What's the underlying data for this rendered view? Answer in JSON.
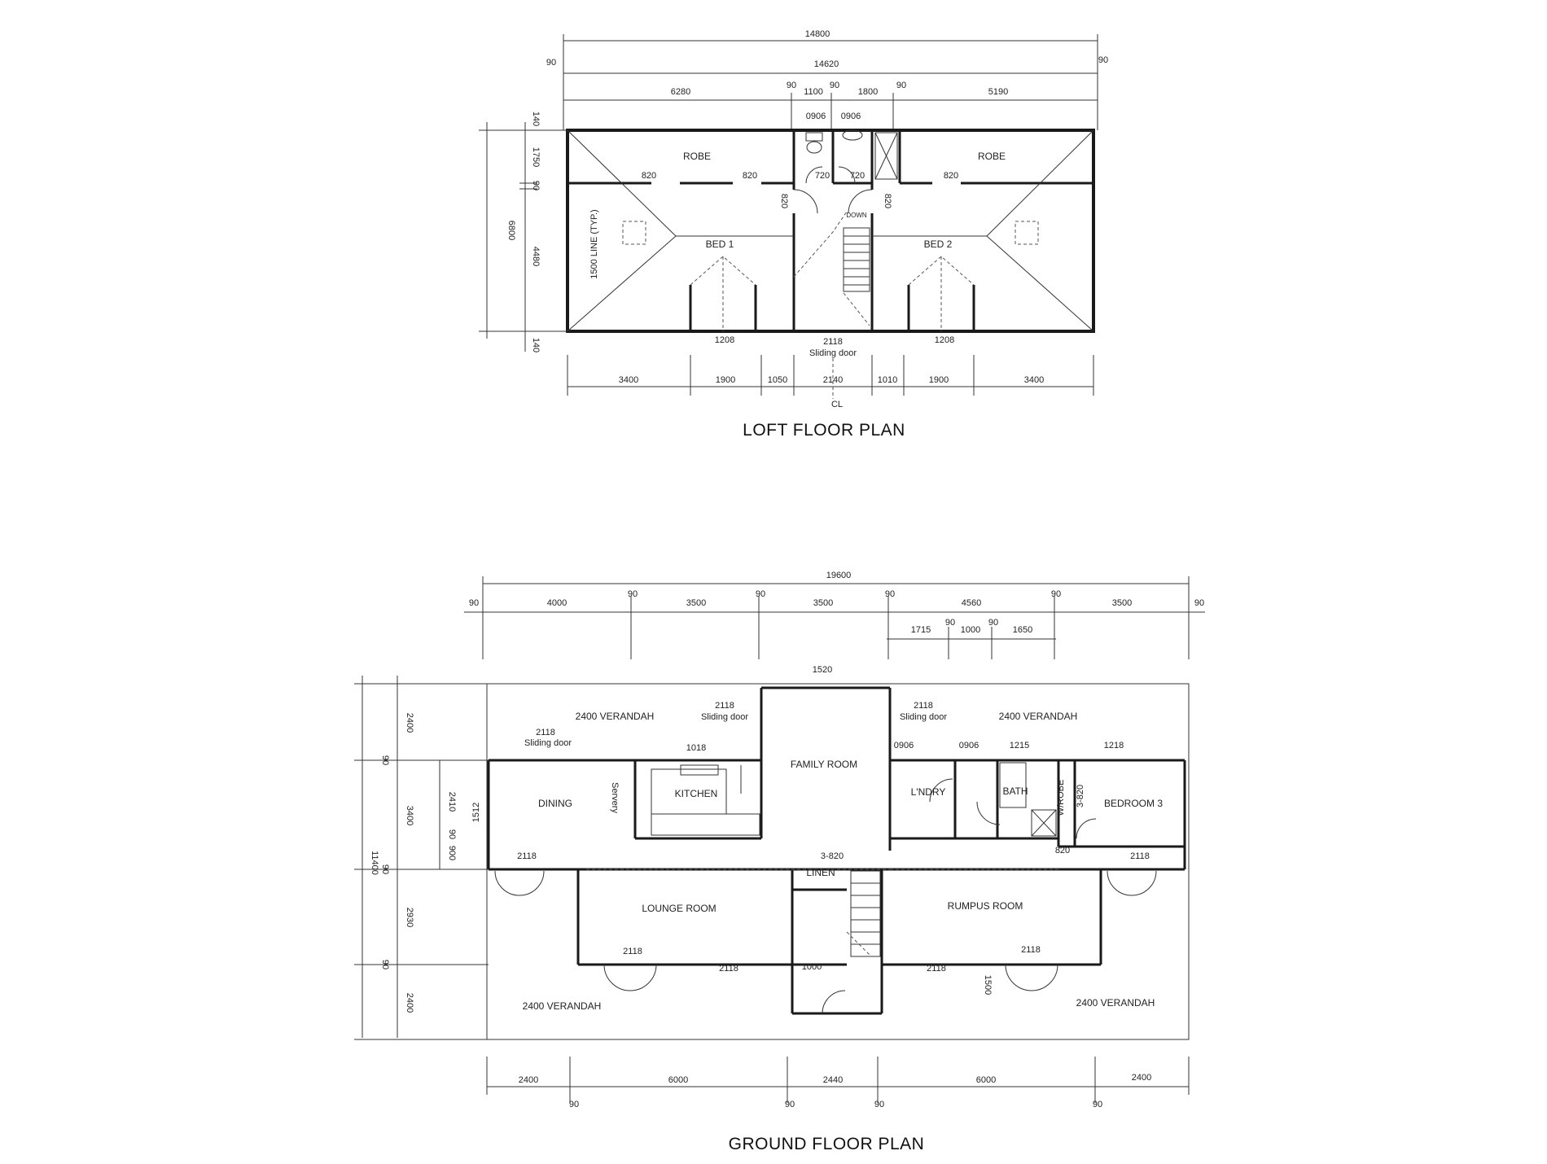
{
  "loft": {
    "title": "LOFT FLOOR PLAN",
    "rooms": {
      "robe_left": "ROBE",
      "robe_right": "ROBE",
      "bed1": "BED 1",
      "bed2": "BED 2",
      "down": "DOWN",
      "line_note": "1500 LINE (TYP.)"
    },
    "dims": {
      "overall": "14800",
      "inner": "14620",
      "edge_left": "90",
      "edge_right": "90",
      "seg1": "6280",
      "seg1_gap": "90",
      "seg2": "1100",
      "seg2_gap": "90",
      "seg3": "1800",
      "seg3_gap": "90",
      "seg4": "5190",
      "win_a": "0906",
      "win_b": "0906",
      "door_820_a": "820",
      "door_820_b": "820",
      "door_720_a": "720",
      "door_720_b": "720",
      "door_820_c": "820",
      "door_820_v1": "820",
      "door_820_v2": "820",
      "win_1208_a": "1208",
      "win_1208_b": "1208",
      "sliding_dim": "2118",
      "sliding_label": "Sliding door",
      "left_140_top": "140",
      "left_1750": "1750",
      "left_90": "90",
      "left_4480": "4480",
      "left_140_bot": "140",
      "left_total": "6800",
      "bot1": "3400",
      "bot2": "1900",
      "bot3": "1050",
      "bot4": "2140",
      "bot5": "1010",
      "bot6": "1900",
      "bot7": "3400",
      "centerline": "CL"
    }
  },
  "ground": {
    "title": "GROUND FLOOR PLAN",
    "rooms": {
      "verandah_tl": "2400 VERANDAH",
      "verandah_tr": "2400 VERANDAH",
      "verandah_bl": "2400 VERANDAH",
      "verandah_br": "2400 VERANDAH",
      "family": "FAMILY  ROOM",
      "dining": "DINING",
      "kitchen": "KITCHEN",
      "servery": "Servery",
      "laundry": "L'NDRY",
      "bath": "BATH",
      "wrobe": "W/ROBE",
      "bedroom3": "BEDROOM 3",
      "lounge": "LOUNGE ROOM",
      "rumpus": "RUMPUS ROOM",
      "linen": "LINEN"
    },
    "dims": {
      "overall": "19600",
      "e1": "90",
      "s1": "4000",
      "e2": "90",
      "s2": "3500",
      "e3": "90",
      "s3": "3500",
      "e4": "90",
      "s4": "4560",
      "e5": "90",
      "s5": "3500",
      "e6": "90",
      "sub1": "1715",
      "sub_e1": "90",
      "sub2": "1000",
      "sub_e2": "90",
      "sub3": "1650",
      "top_1520": "1520",
      "slide_left_dim": "2118",
      "slide_left_label": "Sliding door",
      "slide_mid_dim": "2118",
      "slide_mid_label": "Sliding door",
      "slide_right_dim": "2118",
      "slide_right_label": "Sliding door",
      "kitchen_1018": "1018",
      "win_0906_a": "0906",
      "win_0906_b": "0906",
      "win_1215": "1215",
      "win_1218": "1218",
      "dining_1512": "1512",
      "bed3_door": "3-820",
      "bed3_820": "820",
      "linen_door": "3-820",
      "door_2118_a": "2118",
      "door_2118_b": "2118",
      "door_2118_c": "2118",
      "door_2118_d": "2118",
      "door_2118_e": "2118",
      "door_2118_f": "2118",
      "entry_1000": "1000",
      "door_1500": "1500",
      "left_2400_top": "2400",
      "left_90_a": "90",
      "left_3400": "3400",
      "left_90_b": "90",
      "left_2930": "2930",
      "left_90_c": "90",
      "left_2400_bot": "2400",
      "left_total": "11400",
      "in_2410": "2410",
      "in_90": "90",
      "in_900": "900",
      "bot1": "2400",
      "bot2": "6000",
      "bot3": "2440",
      "bot4": "6000",
      "bot5": "2400",
      "bot_e1": "90",
      "bot_e2": "90",
      "bot_e3": "90",
      "bot_e4": "90"
    }
  }
}
